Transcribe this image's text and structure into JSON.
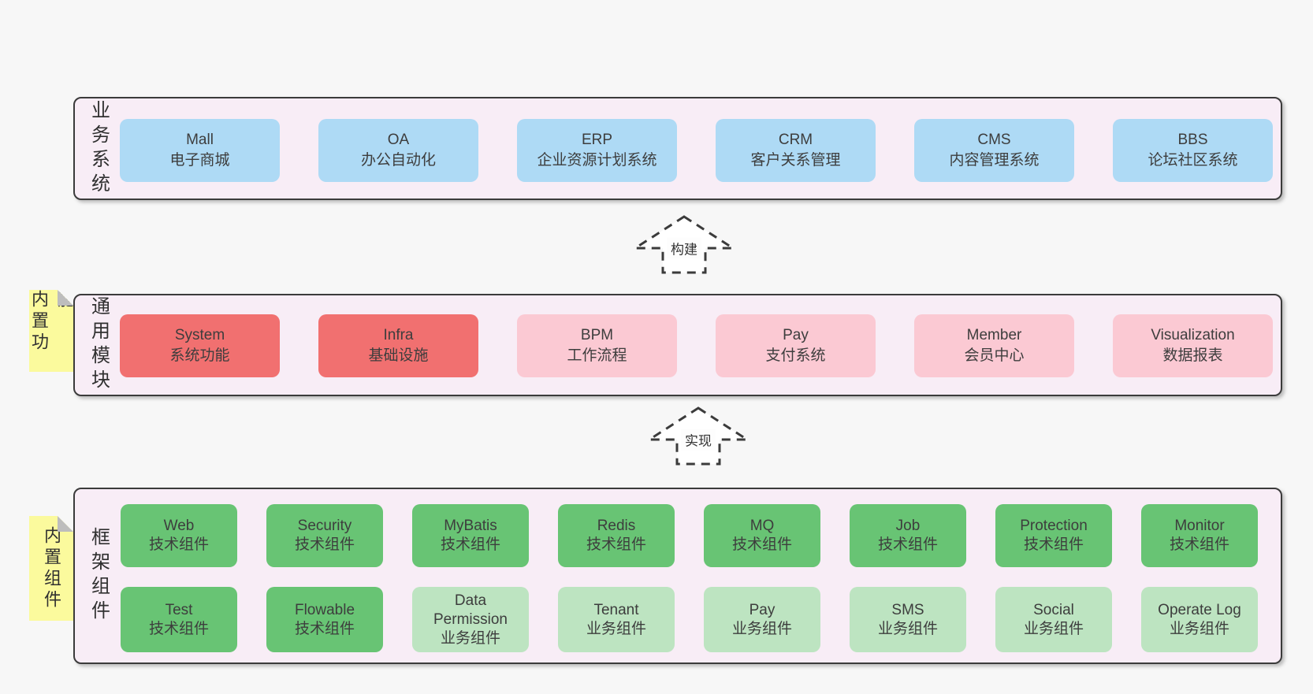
{
  "colors": {
    "page_background": "#f7f7f7",
    "panel_fill": "#f8edf6",
    "panel_border": "#3b3b3b",
    "blue": "#aedaf5",
    "red": "#f17070",
    "pink": "#fbc9d3",
    "green": "#68c474",
    "lightgreen": "#bde4c1",
    "yellow": "#fbfa9d",
    "fold_gray": "#bdbdbd",
    "text": "#3d3d3d",
    "arrow_stroke": "#3b3b3b",
    "arrow_fill": "#ffffff"
  },
  "panels": [
    {
      "id": "business-systems",
      "label": "业务系统",
      "boxes": [
        {
          "name": "Mall",
          "subtitle": "电子商城",
          "color": "blue"
        },
        {
          "name": "OA",
          "subtitle": "办公自动化",
          "color": "blue"
        },
        {
          "name": "ERP",
          "subtitle": "企业资源计划系统",
          "color": "blue"
        },
        {
          "name": "CRM",
          "subtitle": "客户关系管理",
          "color": "blue"
        },
        {
          "name": "CMS",
          "subtitle": "内容管理系统",
          "color": "blue"
        },
        {
          "name": "BBS",
          "subtitle": "论坛社区系统",
          "color": "blue"
        }
      ]
    },
    {
      "id": "common-modules",
      "label": "通用模块",
      "tab": "内置功能",
      "boxes": [
        {
          "name": "System",
          "subtitle": "系统功能",
          "color": "red"
        },
        {
          "name": "Infra",
          "subtitle": "基础设施",
          "color": "red"
        },
        {
          "name": "BPM",
          "subtitle": "工作流程",
          "color": "pink"
        },
        {
          "name": "Pay",
          "subtitle": "支付系统",
          "color": "pink"
        },
        {
          "name": "Member",
          "subtitle": "会员中心",
          "color": "pink"
        },
        {
          "name": "Visualization",
          "subtitle": "数据报表",
          "color": "pink"
        }
      ]
    },
    {
      "id": "framework-components",
      "label": "框架组件",
      "tab": "内置组件",
      "row1": [
        {
          "name": "Web",
          "subtitle": "技术组件",
          "color": "green"
        },
        {
          "name": "Security",
          "subtitle": "技术组件",
          "color": "green"
        },
        {
          "name": "MyBatis",
          "subtitle": "技术组件",
          "color": "green"
        },
        {
          "name": "Redis",
          "subtitle": "技术组件",
          "color": "green"
        },
        {
          "name": "MQ",
          "subtitle": "技术组件",
          "color": "green"
        },
        {
          "name": "Job",
          "subtitle": "技术组件",
          "color": "green"
        },
        {
          "name": "Protection",
          "subtitle": "技术组件",
          "color": "green"
        },
        {
          "name": "Monitor",
          "subtitle": "技术组件",
          "color": "green"
        }
      ],
      "row2": [
        {
          "name": "Test",
          "subtitle": "技术组件",
          "color": "green"
        },
        {
          "name": "Flowable",
          "subtitle": "技术组件",
          "color": "green"
        },
        {
          "name": "Data Permission",
          "subtitle": "业务组件",
          "color": "lightgreen"
        },
        {
          "name": "Tenant",
          "subtitle": "业务组件",
          "color": "lightgreen"
        },
        {
          "name": "Pay",
          "subtitle": "业务组件",
          "color": "lightgreen"
        },
        {
          "name": "SMS",
          "subtitle": "业务组件",
          "color": "lightgreen"
        },
        {
          "name": "Social",
          "subtitle": "业务组件",
          "color": "lightgreen"
        },
        {
          "name": "Operate Log",
          "subtitle": "业务组件",
          "color": "lightgreen"
        }
      ]
    }
  ],
  "arrows": [
    {
      "label": "构建"
    },
    {
      "label": "实现"
    }
  ]
}
